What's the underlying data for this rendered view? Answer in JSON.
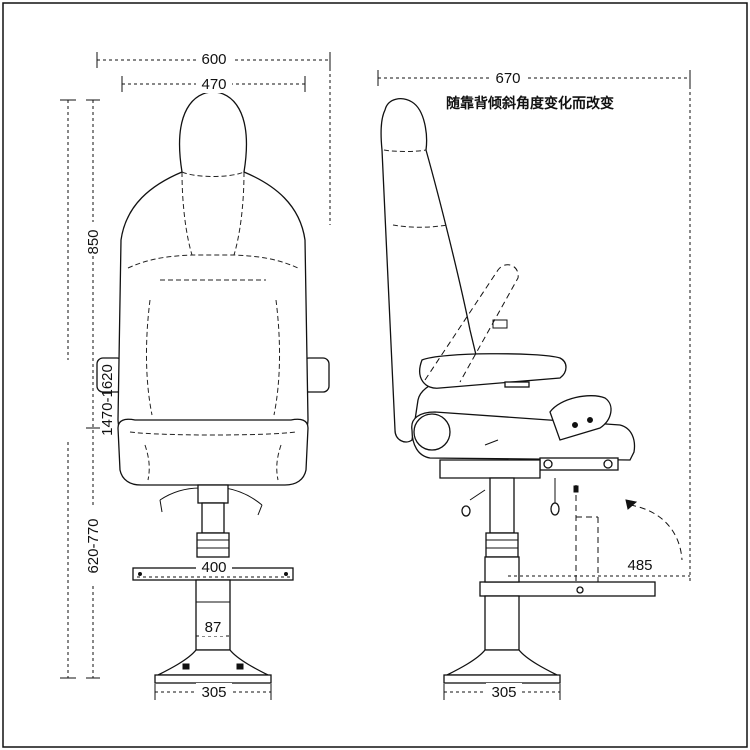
{
  "dimensions": {
    "front_overall_width": "600",
    "front_back_width": "470",
    "back_height": "850",
    "overall_height": "1470-1620",
    "seat_height": "620-770",
    "footrest_width": "400",
    "column_diameter": "87",
    "front_base_diameter": "305",
    "side_depth": "670",
    "side_footrest": "485",
    "side_base_diameter": "305"
  },
  "notes": {
    "recline_note": "随靠背倾斜角度变化而改变"
  }
}
